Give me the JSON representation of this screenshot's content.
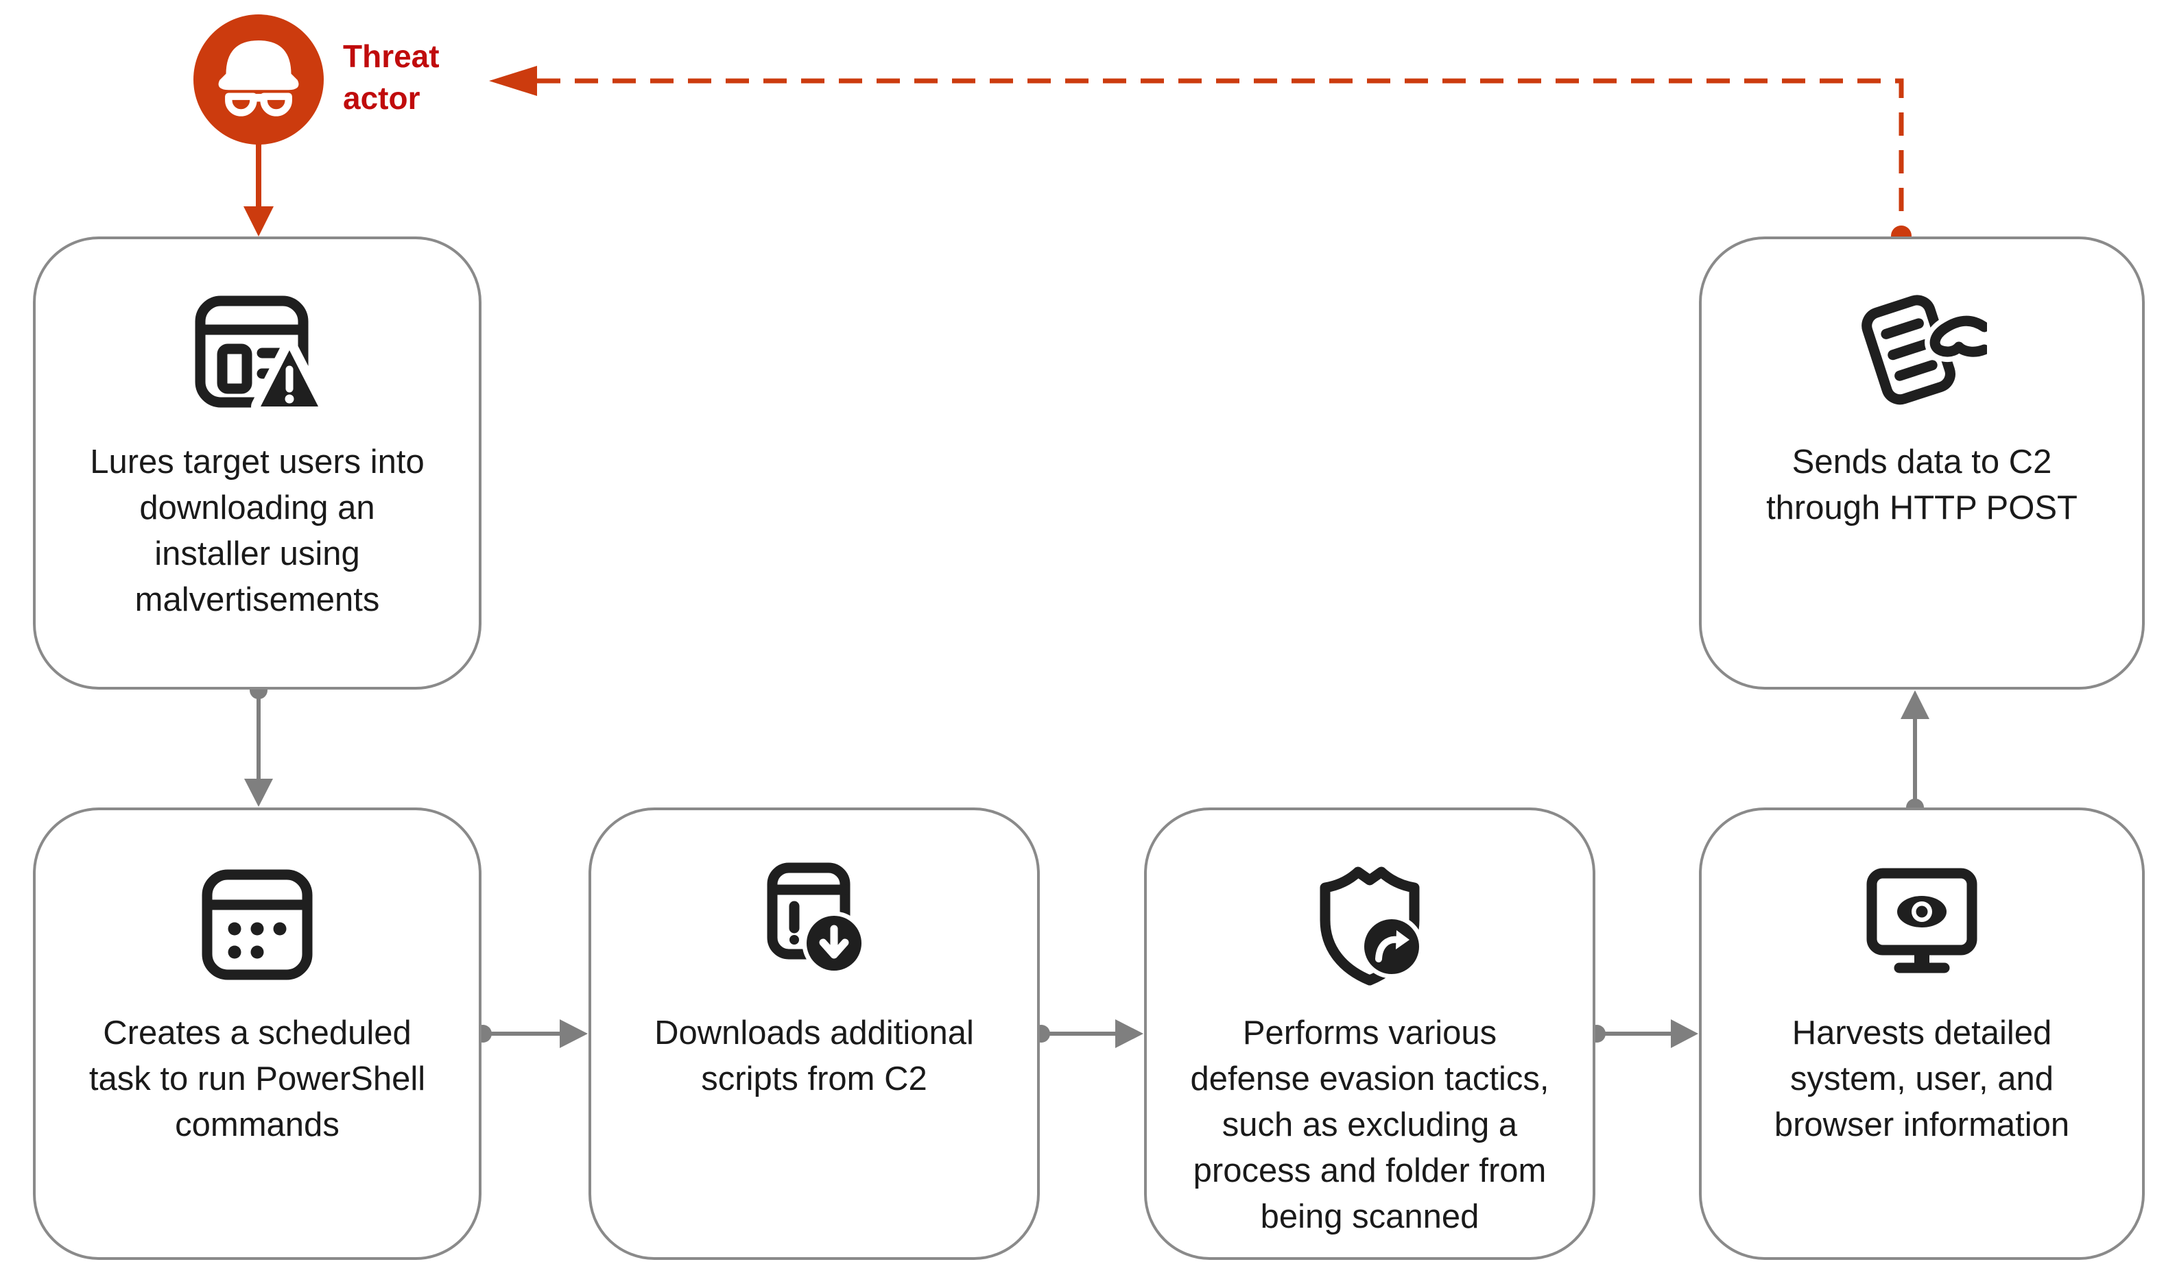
{
  "threat_actor": {
    "label_lines": [
      "Threat",
      "actor"
    ],
    "icon": "threat-actor-icon"
  },
  "steps": [
    {
      "name": "lure-malvertisement",
      "icon": "browser-warning-icon",
      "lines": [
        "Lures target users into",
        "downloading an",
        "installer using",
        "malvertisements"
      ]
    },
    {
      "name": "scheduled-task",
      "icon": "calendar-task-icon",
      "lines": [
        "Creates a scheduled",
        "task to run PowerShell",
        "commands"
      ]
    },
    {
      "name": "download-scripts",
      "icon": "script-download-icon",
      "lines": [
        "Downloads additional",
        "scripts from C2"
      ]
    },
    {
      "name": "defense-evasion",
      "icon": "shield-evasion-icon",
      "lines": [
        "Performs various",
        "defense evasion tactics,",
        "such as excluding a",
        "process and folder from",
        "being scanned"
      ]
    },
    {
      "name": "harvest-info",
      "icon": "monitor-eye-icon",
      "lines": [
        "Harvests detailed",
        "system, user, and",
        "browser information"
      ]
    },
    {
      "name": "send-data-c2",
      "icon": "document-hand-icon",
      "lines": [
        "Sends data to C2",
        "through HTTP POST"
      ]
    }
  ],
  "colors": {
    "accent_orange": "#cc3b0e",
    "label_red": "#c00b0c",
    "connector_gray": "#7f7f7f",
    "box_border": "#8a8a8a",
    "icon_black": "#1f1f1f",
    "text_black": "#1a1a1a"
  }
}
